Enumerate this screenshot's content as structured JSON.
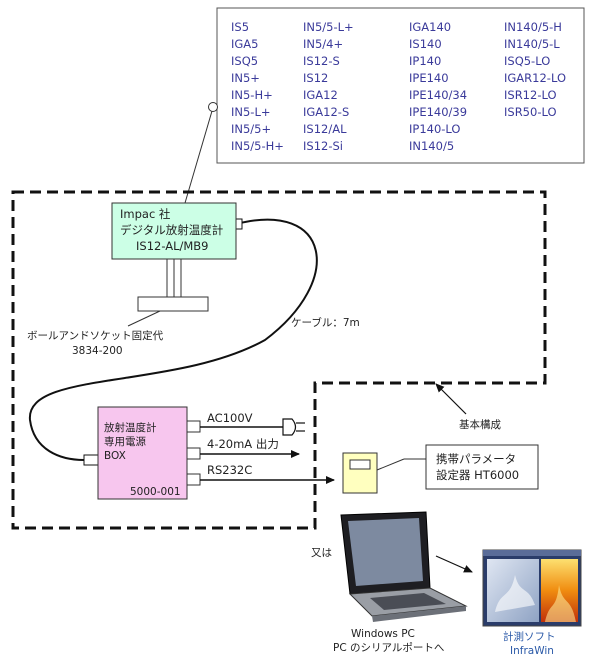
{
  "models": {
    "columns": [
      [
        "IS5",
        "IGA5",
        "ISQ5",
        "IN5+",
        "IN5-H+",
        "IN5-L+",
        "IN5/5+",
        "IN5/5-H+"
      ],
      [
        "IN5/5-L+",
        "IN5/4+",
        "IS12-S",
        "IS12",
        "IGA12",
        "IGA12-S",
        "IS12/AL",
        "IS12-Si"
      ],
      [
        "IGA140",
        "IS140",
        "IP140",
        "IPE140",
        "IPE140/34",
        "IPE140/39",
        "IP140-LO",
        "IN140/5"
      ],
      [
        "IN140/5-H",
        "IN140/5-L",
        "ISQ5-LO",
        "IGAR12-LO",
        "ISR12-LO",
        "ISR50-LO"
      ]
    ]
  },
  "thermometer": {
    "line1": "Impac 社",
    "line2": "デジタル放射温度計",
    "line3": "IS12-AL/MB9"
  },
  "mount": {
    "line1": "ボールアンドソケット固定代",
    "line2": "3834-200"
  },
  "cable_label": "ケーブル：7m",
  "basic_config_label": "基本構成",
  "power_box": {
    "line1": "放射温度計",
    "line2": "専用電源",
    "line3": "BOX",
    "part_no": "5000-001"
  },
  "outputs": {
    "ac": "AC100V",
    "analog": "4-20mA 出力",
    "serial": "RS232C"
  },
  "param_setter": {
    "line1": "携帯パラメータ",
    "line2": "設定器 HT6000"
  },
  "or_label": "又は",
  "pc": {
    "line1": "Windows PC",
    "line2": "PC のシリアルポートへ"
  },
  "software": {
    "line1": "計測ソフト",
    "line2": "InfraWin"
  },
  "colors": {
    "thermometer_fill": "#ccffe6",
    "box_fill": "#f7c6ee",
    "setter_fill": "#ffffbf",
    "model_text": "#3a3a9a",
    "software_text": "#2b5aa8"
  }
}
